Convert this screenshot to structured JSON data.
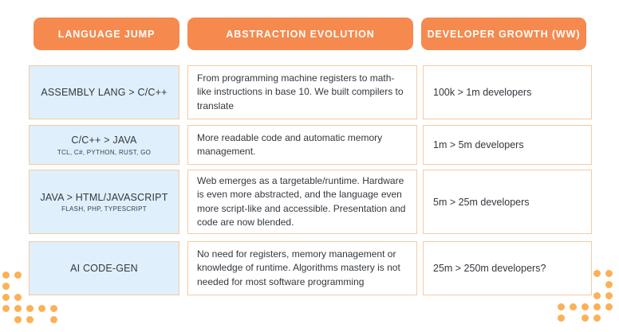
{
  "headers": [
    "LANGUAGE JUMP",
    "ABSTRACTION EVOLUTION",
    "DEVELOPER GROWTH (WW)"
  ],
  "rows": [
    {
      "jump": "ASSEMBLY LANG > C/C++",
      "jump_sub": "",
      "evolution": "From programming machine registers to math-like instructions in base 10. We built compilers to translate",
      "growth": "100k > 1m developers"
    },
    {
      "jump": "C/C++ > JAVA",
      "jump_sub": "TCL, C#, PYTHON, RUST, GO",
      "evolution": "More readable code and automatic memory management.",
      "growth": "1m > 5m developers"
    },
    {
      "jump": "JAVA > HTML/JAVASCRIPT",
      "jump_sub": "FLASH, PHP, TYPESCRIPT",
      "evolution": "Web emerges as a targetable/runtime. Hardware is even more abstracted, and the language even more script-like and accessible. Presentation and code are now blended.",
      "growth": "5m > 25m developers"
    },
    {
      "jump": "AI CODE-GEN",
      "jump_sub": "",
      "evolution": "No need for registers, memory management or knowledge of runtime. Algorithms mastery is not needed for most software programming",
      "growth": "25m > 250m developers?"
    }
  ],
  "colors": {
    "header_orange": "#F6894E",
    "cell_border": "#F7C9A2",
    "jump_cell_blue": "#DFEFFB",
    "dot_orange": "#FBB157",
    "text_dark": "#33383E"
  },
  "decorations": {
    "left_dots": [
      "11000",
      "10000",
      "11000",
      "11111",
      "01101"
    ],
    "right_dots": [
      "00011",
      "00001",
      "00011",
      "11111",
      "10110"
    ]
  }
}
